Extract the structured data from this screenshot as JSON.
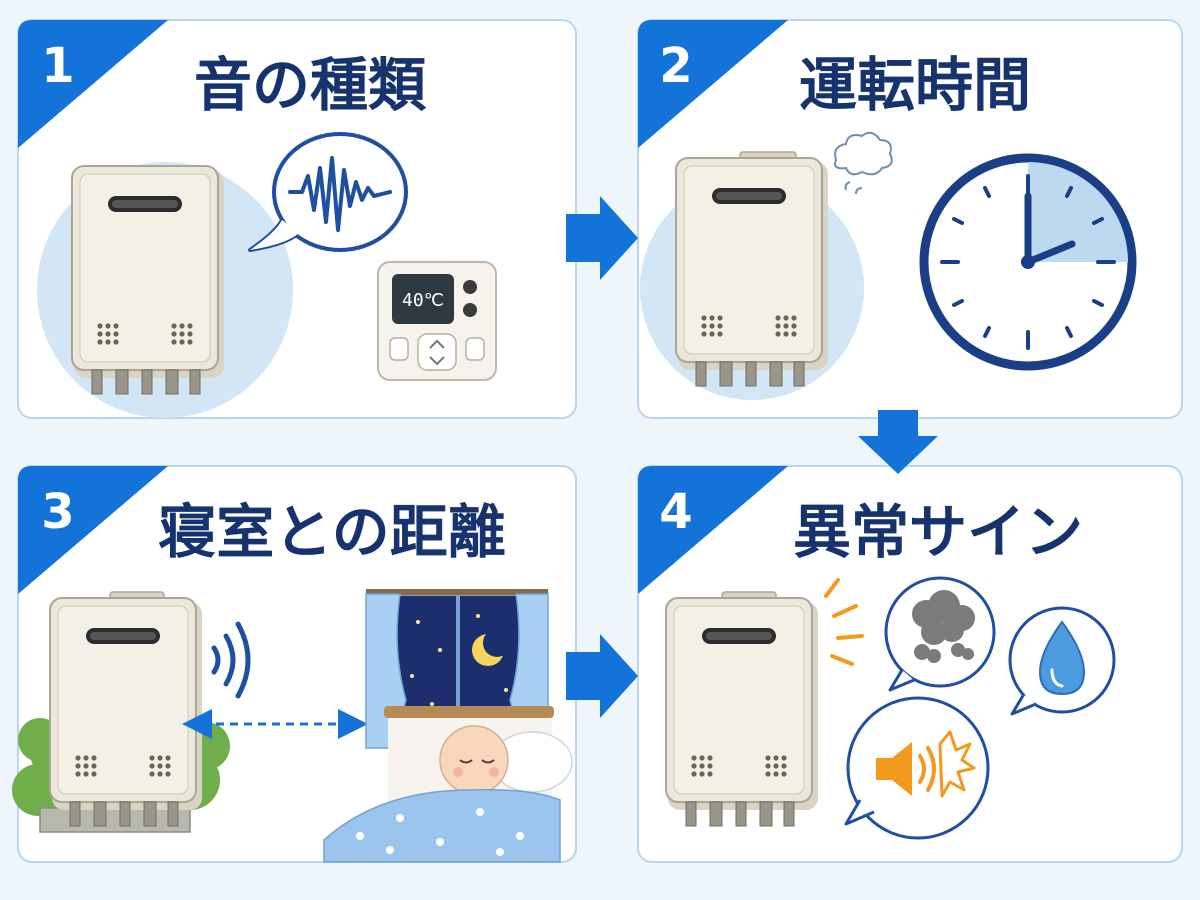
{
  "panels": [
    {
      "number": "1",
      "title": "音の種類"
    },
    {
      "number": "2",
      "title": "運転時間"
    },
    {
      "number": "3",
      "title": "寝室との距離"
    },
    {
      "number": "4",
      "title": "異常サイン"
    }
  ],
  "remote_display": "40℃",
  "colors": {
    "accent": "#1373d9",
    "title": "#16336e",
    "panel_border": "#b9d6ee",
    "background": "#eef6fc"
  },
  "icons": [
    "sound-wave-icon",
    "clock-icon",
    "steam-icon",
    "wifi-signal-icon",
    "moon-icon",
    "smoke-icon",
    "water-drop-icon",
    "speaker-icon",
    "alert-lines-icon"
  ]
}
